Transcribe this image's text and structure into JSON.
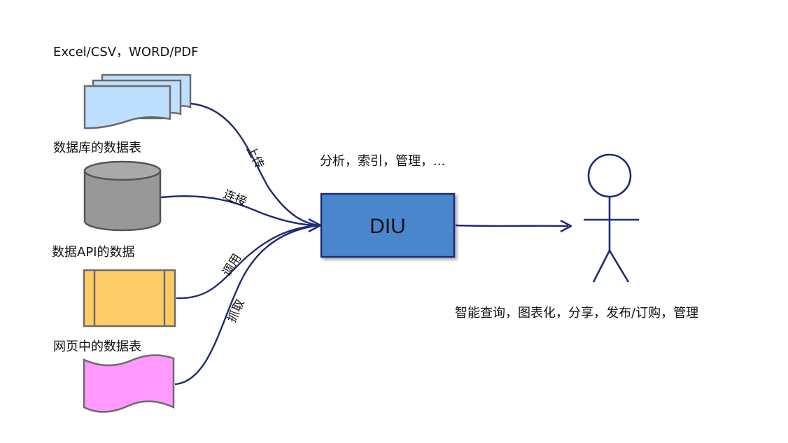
{
  "sources": {
    "files": {
      "label": "Excel/CSV，WORD/PDF",
      "color": "#bfdfff"
    },
    "database": {
      "label": "数据库的数据表",
      "color": "#989898"
    },
    "api": {
      "label": "数据API的数据",
      "color": "#ffcc66"
    },
    "web": {
      "label": "网页中的数据表",
      "color": "#ff99ff"
    }
  },
  "connectors": {
    "upload": "上传",
    "connect": "连接",
    "call": "调用",
    "scrape": "抓取"
  },
  "center": {
    "label": "DIU",
    "caption": "分析，索引，管理，...",
    "color": "#4a86cd"
  },
  "user": {
    "caption": "智能查询，图表化，分享，发布/订购，管理"
  },
  "colors": {
    "line": "#1f2a78"
  }
}
